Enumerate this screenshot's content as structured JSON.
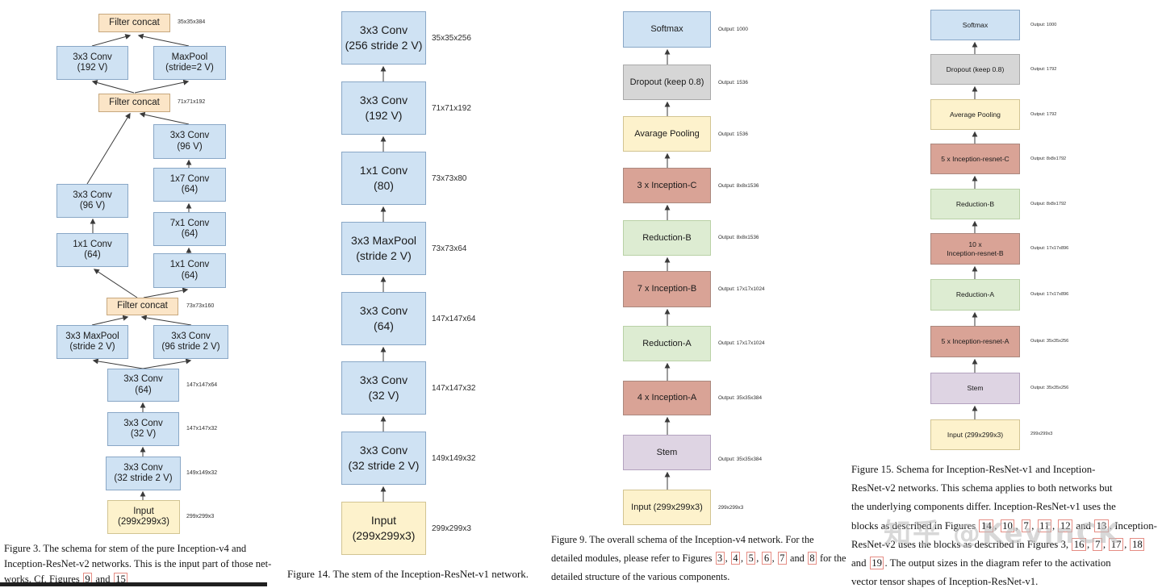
{
  "palette": {
    "conv_blue": "#cfe2f3",
    "filter_concat_tan": "#fbe5c7",
    "input_yellow": "#fdf2cc",
    "dropout_gray": "#d6d6d6",
    "inception_salmon": "#d9a396",
    "reduction_green": "#ddecd2",
    "stem_lavender": "#ded4e3",
    "ref_box_red": "#e58d84",
    "arrow": "#3a3a3a"
  },
  "watermark": {
    "text": "知乎 @KevinCK"
  },
  "fig3": {
    "nodes": [
      "Filter concat",
      "3x3 Conv\n(192 V)",
      "MaxPool\n(stride=2 V)",
      "Filter concat",
      "3x3 Conv\n(96 V)",
      "1x7 Conv\n(64)",
      "7x1 Conv\n(64)",
      "1x1 Conv\n(64)",
      "3x3 Conv\n(96 V)",
      "1x1 Conv\n(64)",
      "Filter concat",
      "3x3 MaxPool\n(stride 2 V)",
      "3x3 Conv\n(96 stride 2 V)",
      "3x3 Conv\n(64)",
      "3x3 Conv\n(32 V)",
      "3x3 Conv\n(32 stride 2 V)",
      "Input\n(299x299x3)"
    ],
    "side_labels": [
      "35x35x384",
      "71x71x192",
      "73x73x160",
      "147x147x64",
      "147x147x32",
      "149x149x32",
      "299x299x3"
    ],
    "caption_lines": [
      [
        {
          "t": "Figure 3.  The schema for stem of the pure Inception-v4 and"
        }
      ],
      [
        {
          "t": "Inception-ResNet-v2 networks. This is the input part of those net-"
        }
      ],
      [
        {
          "t": "works. Cf. Figures "
        },
        {
          "r": "9"
        },
        {
          "t": " and "
        },
        {
          "r": "15"
        }
      ]
    ]
  },
  "fig14": {
    "nodes": [
      "3x3 Conv\n(256 stride 2 V)",
      "3x3 Conv\n(192 V)",
      "1x1 Conv\n(80)",
      "3x3 MaxPool\n(stride 2 V)",
      "3x3 Conv\n(64)",
      "3x3 Conv\n(32 V)",
      "3x3 Conv\n(32 stride 2 V)",
      "Input\n(299x299x3)"
    ],
    "side_labels": [
      "35x35x256",
      "71x71x192",
      "73x73x80",
      "73x73x64",
      "147x147x64",
      "147x147x32",
      "149x149x32",
      "299x299x3"
    ],
    "caption_lines": [
      [
        {
          "t": "Figure 14. The stem of the Inception-ResNet-v1 network."
        }
      ]
    ]
  },
  "fig9": {
    "nodes": [
      "Softmax",
      "Dropout (keep 0.8)",
      "Avarage Pooling",
      "3 x Inception-C",
      "Reduction-B",
      "7 x Inception-B",
      "Reduction-A",
      "4 x Inception-A",
      "Stem",
      "Input (299x299x3)"
    ],
    "side_labels": [
      "Output: 1000",
      "Output: 1536",
      "Output: 1536",
      "Output: 8x8x1536",
      "Output: 8x8x1536",
      "Output: 17x17x1024",
      "Output: 17x17x1024",
      "Output: 35x35x384",
      "Output: 35x35x384",
      "299x299x3"
    ],
    "caption_lines": [
      [
        {
          "t": "Figure 9. The overall schema of the Inception-v4 network. For the"
        }
      ],
      [
        {
          "t": "detailed modules, please refer to Figures "
        },
        {
          "r": "3"
        },
        {
          "t": ", "
        },
        {
          "r": "4"
        },
        {
          "t": ", "
        },
        {
          "r": "5"
        },
        {
          "t": ", "
        },
        {
          "r": "6"
        },
        {
          "t": ", "
        },
        {
          "r": "7"
        },
        {
          "t": " and "
        },
        {
          "r": "8"
        },
        {
          "t": " for the"
        }
      ],
      [
        {
          "t": "detailed structure of the various components."
        }
      ]
    ]
  },
  "fig15": {
    "nodes": [
      "Softmax",
      "Dropout (keep 0.8)",
      "Average Pooling",
      "5 x Inception-resnet-C",
      "Reduction-B",
      "10 x\nInception-resnet-B",
      "Reduction-A",
      "5 x Inception-resnet-A",
      "Stem",
      "Input (299x299x3)"
    ],
    "side_labels": [
      "Output: 1000",
      "Output: 1792",
      "Output: 1792",
      "Output: 8x8x1792",
      "Output: 8x8x1792",
      "Output: 17x17x896",
      "Output: 17x17x896",
      "Output: 35x35x256",
      "Output: 35x35x256",
      "299x299x3"
    ],
    "caption_lines": [
      [
        {
          "t": "Figure 15.  Schema for Inception-ResNet-v1 and Inception-"
        }
      ],
      [
        {
          "t": "ResNet-v2 networks.  This schema applies to both networks but"
        }
      ],
      [
        {
          "t": "the underlying components differ.  Inception-ResNet-v1 uses the"
        }
      ],
      [
        {
          "t": "blocks as described in Figures "
        },
        {
          "r": "14"
        },
        {
          "t": ", "
        },
        {
          "r": "10"
        },
        {
          "t": ", "
        },
        {
          "r": "7"
        },
        {
          "t": ", "
        },
        {
          "r": "11"
        },
        {
          "t": ", "
        },
        {
          "r": "12"
        },
        {
          "t": " and "
        },
        {
          "r": "13"
        },
        {
          "t": ". Inception-"
        }
      ],
      [
        {
          "t": "ResNet-v2 uses the blocks as described in Figures 3, "
        },
        {
          "r": "16"
        },
        {
          "t": ", "
        },
        {
          "r": "7"
        },
        {
          "t": ", "
        },
        {
          "r": "17"
        },
        {
          "t": ", "
        },
        {
          "r": "18"
        }
      ],
      [
        {
          "t": "and "
        },
        {
          "r": "19"
        },
        {
          "t": ". The output sizes in the diagram refer to the activation"
        }
      ],
      [
        {
          "t": "vector tensor shapes of Inception-ResNet-v1."
        }
      ]
    ]
  }
}
